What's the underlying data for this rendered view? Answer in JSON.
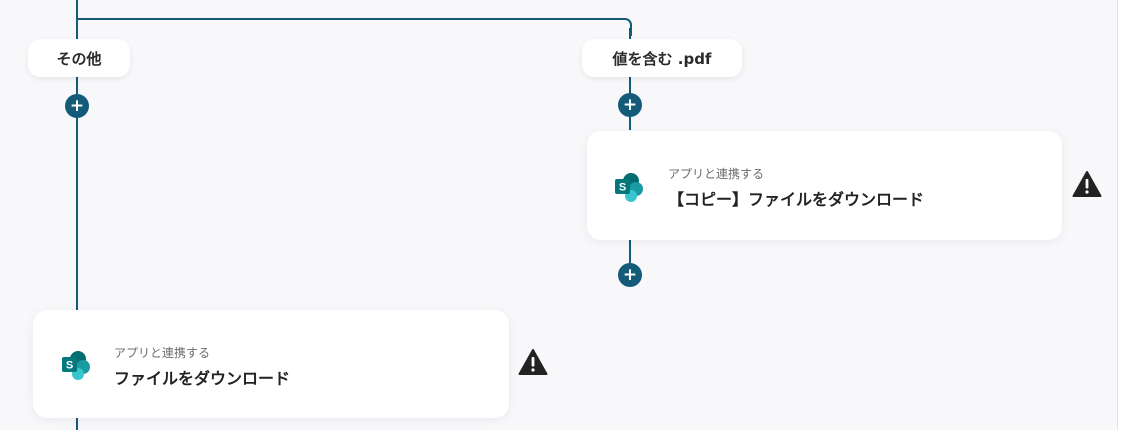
{
  "colors": {
    "accent": "#135b78",
    "background": "#f8f7fa",
    "card": "#ffffff",
    "warning": "#222222"
  },
  "branches": [
    {
      "label": "その他"
    },
    {
      "label": "値を含む .pdf"
    }
  ],
  "right_card": {
    "subtitle": "アプリと連携する",
    "title": "【コピー】ファイルをダウンロード",
    "app_icon": "sharepoint-icon",
    "status_icon": "warning-icon"
  },
  "left_card": {
    "subtitle": "アプリと連携する",
    "title": "ファイルをダウンロード",
    "app_icon": "sharepoint-icon",
    "status_icon": "warning-icon"
  },
  "plus_buttons": [
    {
      "symbol": "+"
    },
    {
      "symbol": "+"
    },
    {
      "symbol": "+"
    }
  ]
}
